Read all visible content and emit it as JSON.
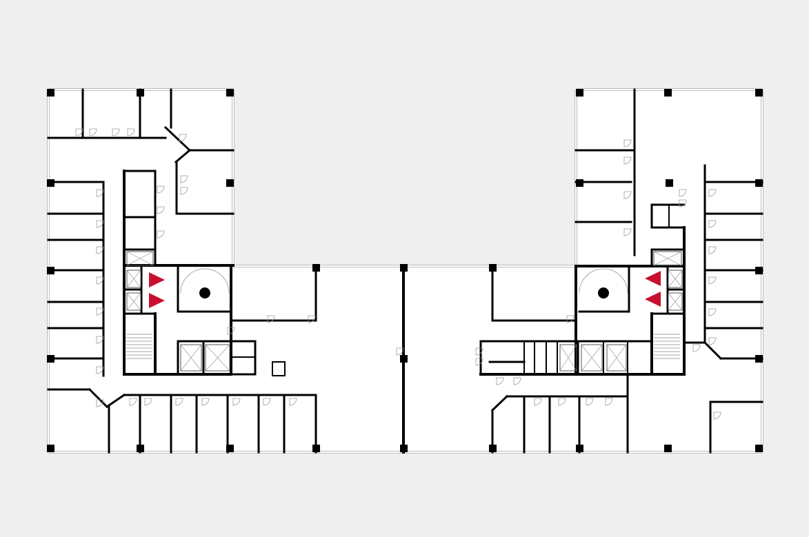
{
  "floor_plan": {
    "colors": {
      "background": "#efefef",
      "floor": "#ffffff",
      "walls": "#000000",
      "thin_lines": "#9a9a9a",
      "marker": "#c8102e"
    },
    "markers": [
      {
        "icon": "red-triangle-icon",
        "direction": "right",
        "wing": "left"
      },
      {
        "icon": "red-triangle-icon",
        "direction": "right",
        "wing": "left"
      },
      {
        "icon": "red-triangle-icon",
        "direction": "left",
        "wing": "right"
      },
      {
        "icon": "red-triangle-icon",
        "direction": "left",
        "wing": "right"
      }
    ]
  }
}
